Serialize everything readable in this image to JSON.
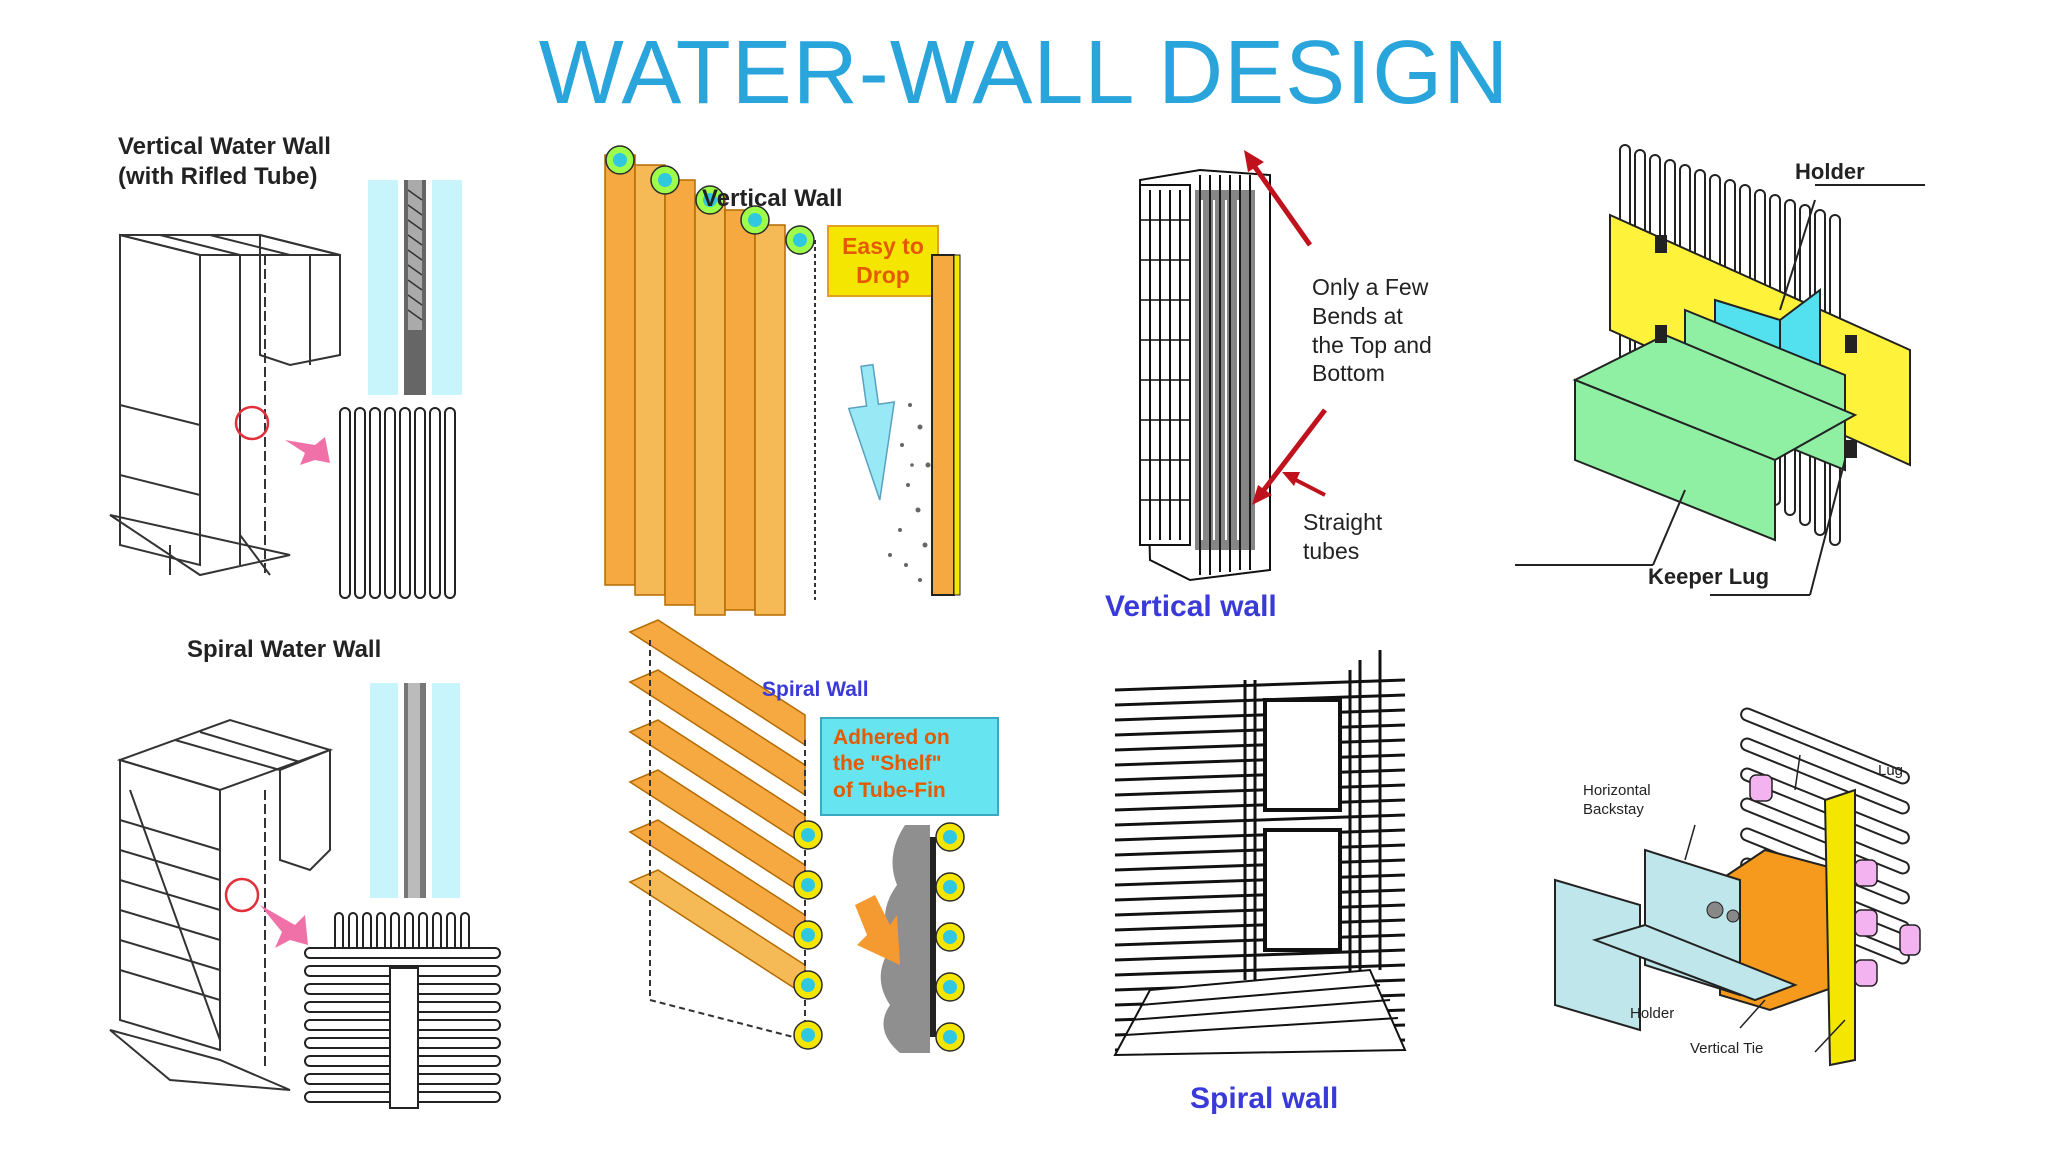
{
  "slide": {
    "title": "WATER-WALL DESIGN"
  },
  "panels": {
    "vertical_rifled": {
      "label": "Vertical Water Wall\n(with Rifled Tube)"
    },
    "spiral_water_wall": {
      "label": "Spiral Water Wall"
    },
    "vertical_wall_tubes": {
      "label": "Vertical Wall",
      "callout": "Easy to\nDrop",
      "callout_color": "#f5e600",
      "tube_color": "#f5a940"
    },
    "spiral_wall_tubes": {
      "label": "Spiral Wall",
      "callout": "Adhered on\nthe \"Shelf\"\nof Tube-Fin",
      "callout_color": "#66e4f0"
    },
    "vertical_wall_photo": {
      "note_top": "Only a Few\nBends at\nthe Top and\nBottom",
      "note_bottom": "Straight\ntubes",
      "caption": "Vertical wall",
      "arrow_color": "#c0121c"
    },
    "spiral_wall_photo": {
      "caption": "Spiral wall"
    },
    "support_top": {
      "holder_label": "Holder",
      "keeper_label": "Keeper Lug",
      "plate_color": "#fff23a",
      "lug_color": "#8ff0a4",
      "holder_color": "#53e0ef"
    },
    "support_bottom": {
      "backstay_label": "Horizontal\nBackstay",
      "lug_label": "Lug",
      "holder_label": "Holder",
      "tie_label": "Vertical Tie",
      "tie_color": "#f59a1c",
      "plate_color": "#bfe6ea",
      "lug_color": "#f2b3f0"
    }
  }
}
